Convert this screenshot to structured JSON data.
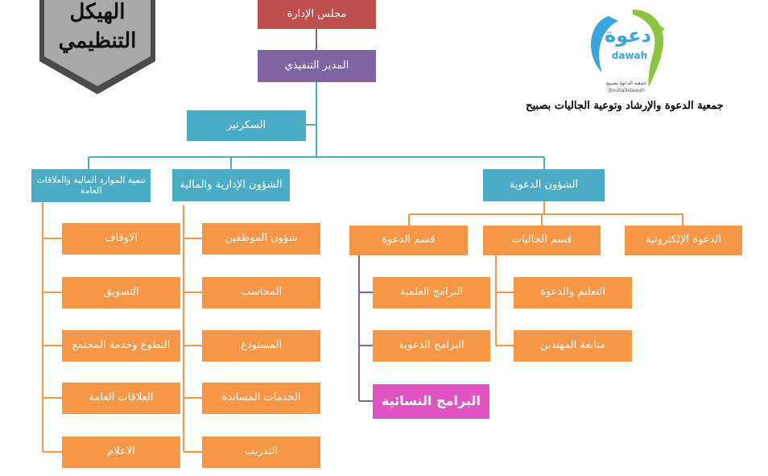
{
  "header": {
    "title_line1": "الهيكل",
    "title_line2": "التنظيمي",
    "org_name": "جمعية الدعوة والإرشاد وتوعية الجاليات بصبيح"
  },
  "logo": {
    "arabic": "دعوة",
    "latin": "dawah",
    "caption": "جمعية الدعوة بصبيح",
    "handle": "@subaihdawah"
  },
  "colors": {
    "board": "#c0504d",
    "executive": "#8064a2",
    "departments": "#4bacc6",
    "units": "#f79646",
    "highlight": "#e153c0",
    "connector_teal": "#4bacc6",
    "connector_orange": "#f79646",
    "connector_purple": "#8064a2"
  },
  "top": {
    "board": "مجلس الإدارة",
    "executive": "المدير التنفيذي",
    "secretary": "السكرتير"
  },
  "departments": {
    "dawah_affairs": {
      "label": "الشؤون الدعوية",
      "sections": {
        "electronic": "الدعوة الإلكترونية",
        "communities": {
          "label": "قسم الجاليات",
          "units": [
            "التعليم والدعوة",
            "متابعة المهتدين"
          ]
        },
        "dawah": {
          "label": "قسم الدعوة",
          "units": [
            "البرامج العلمية",
            "البرامج الدعوية",
            "البرامج النسائية"
          ]
        }
      }
    },
    "admin_finance": {
      "label": "الشؤون الإدارية والمالية",
      "units": [
        "شؤون الموظفين",
        "المحاسب",
        "المستودع",
        "الخدمات المساندة",
        "التدريب"
      ]
    },
    "resources": {
      "label": "تنمية الموارد المالية والعلاقات العامة",
      "units": [
        "الاوقاف",
        "التسويق",
        "التطوع وخدمة المجتمع",
        "العلاقات العامة",
        "الاعلام"
      ]
    }
  }
}
